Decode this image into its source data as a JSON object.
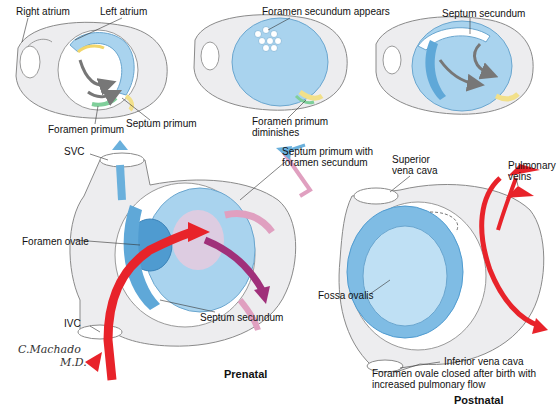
{
  "diagram": {
    "labels": [
      "Right atrium",
      "Left atrium",
      "Foramen primum",
      "Septum primum",
      "Foramen secundum appears",
      "Foramen primum diminishes",
      "Septum secundum",
      "SVC",
      "Septum primum with foramen secundum",
      "Foramen ovale",
      "IVC",
      "Septum secundum",
      "Prenatal",
      "Superior vena cava",
      "Pulmonary veins",
      "Fossa ovalis",
      "Inferior vena cava",
      "Foramen ovale closed after birth with increased pulmonary flow",
      "Postnatal",
      "C.Machado",
      "M.D."
    ]
  }
}
